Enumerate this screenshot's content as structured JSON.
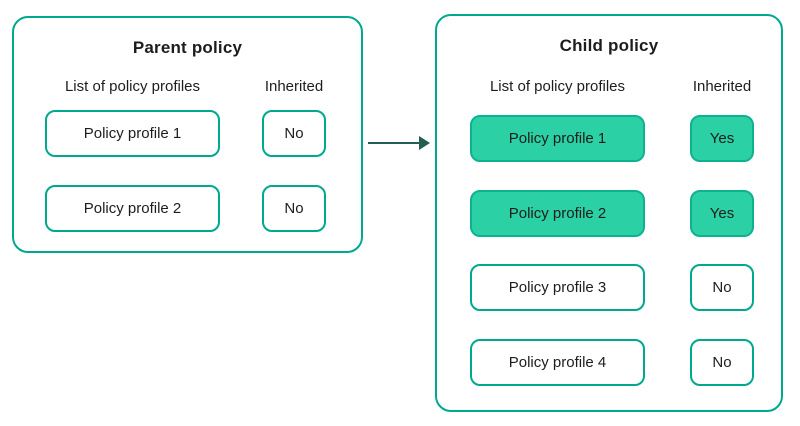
{
  "colors": {
    "outline_green": "#00a88e",
    "fill_green": "#2bd1a5",
    "text": "#1d1d1b",
    "arrow": "#235e52"
  },
  "parent": {
    "title": "Parent policy",
    "columns": {
      "profiles": "List of policy profiles",
      "inherited": "Inherited"
    },
    "rows": [
      {
        "profile": "Policy profile 1",
        "inherited": "No",
        "highlighted": false
      },
      {
        "profile": "Policy profile 2",
        "inherited": "No",
        "highlighted": false
      }
    ]
  },
  "child": {
    "title": "Child policy",
    "columns": {
      "profiles": "List of policy profiles",
      "inherited": "Inherited"
    },
    "rows": [
      {
        "profile": "Policy profile 1",
        "inherited": "Yes",
        "highlighted": true
      },
      {
        "profile": "Policy profile 2",
        "inherited": "Yes",
        "highlighted": true
      },
      {
        "profile": "Policy profile 3",
        "inherited": "No",
        "highlighted": false
      },
      {
        "profile": "Policy profile 4",
        "inherited": "No",
        "highlighted": false
      }
    ]
  },
  "arrow": {
    "icon": "arrow-right-icon",
    "direction": "right"
  }
}
